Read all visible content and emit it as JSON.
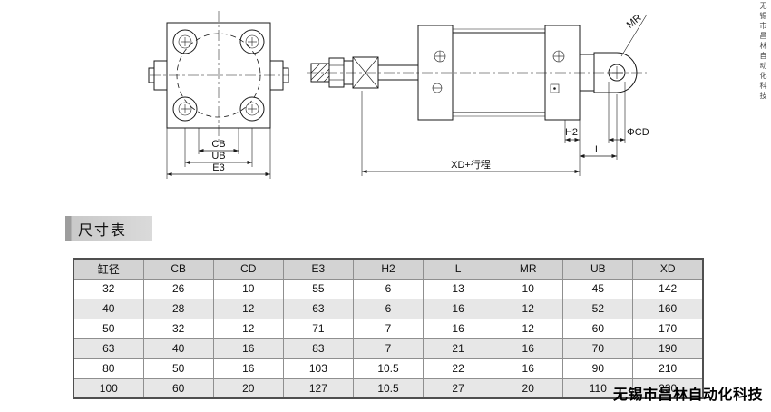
{
  "section": {
    "title": "尺寸表"
  },
  "drawings": {
    "front_view": {
      "dims": {
        "cb": "CB",
        "ub": "UB",
        "e3": "E3"
      }
    },
    "side_view": {
      "dims": {
        "mr": "MR",
        "h2": "H2",
        "cd": "ΦCD",
        "l": "L",
        "xd_stroke": "XD+行程"
      }
    }
  },
  "table": {
    "headers": [
      "缸径",
      "CB",
      "CD",
      "E3",
      "H2",
      "L",
      "MR",
      "UB",
      "XD"
    ],
    "rows": [
      [
        "32",
        "26",
        "10",
        "55",
        "6",
        "13",
        "10",
        "45",
        "142"
      ],
      [
        "40",
        "28",
        "12",
        "63",
        "6",
        "16",
        "12",
        "52",
        "160"
      ],
      [
        "50",
        "32",
        "12",
        "71",
        "7",
        "16",
        "12",
        "60",
        "170"
      ],
      [
        "63",
        "40",
        "16",
        "83",
        "7",
        "21",
        "16",
        "70",
        "190"
      ],
      [
        "80",
        "50",
        "16",
        "103",
        "10.5",
        "22",
        "16",
        "90",
        "210"
      ],
      [
        "100",
        "60",
        "20",
        "127",
        "10.5",
        "27",
        "20",
        "110",
        "230"
      ]
    ]
  },
  "watermark": {
    "bottom_text": "无锡市昌林自动化科技",
    "side_text": "无锡市昌林自动化科技"
  },
  "colors": {
    "table_header_bg": "#d3d3d3",
    "table_alt_row_bg": "#e7e7e7",
    "drawing_line": "#1a1a1a"
  }
}
